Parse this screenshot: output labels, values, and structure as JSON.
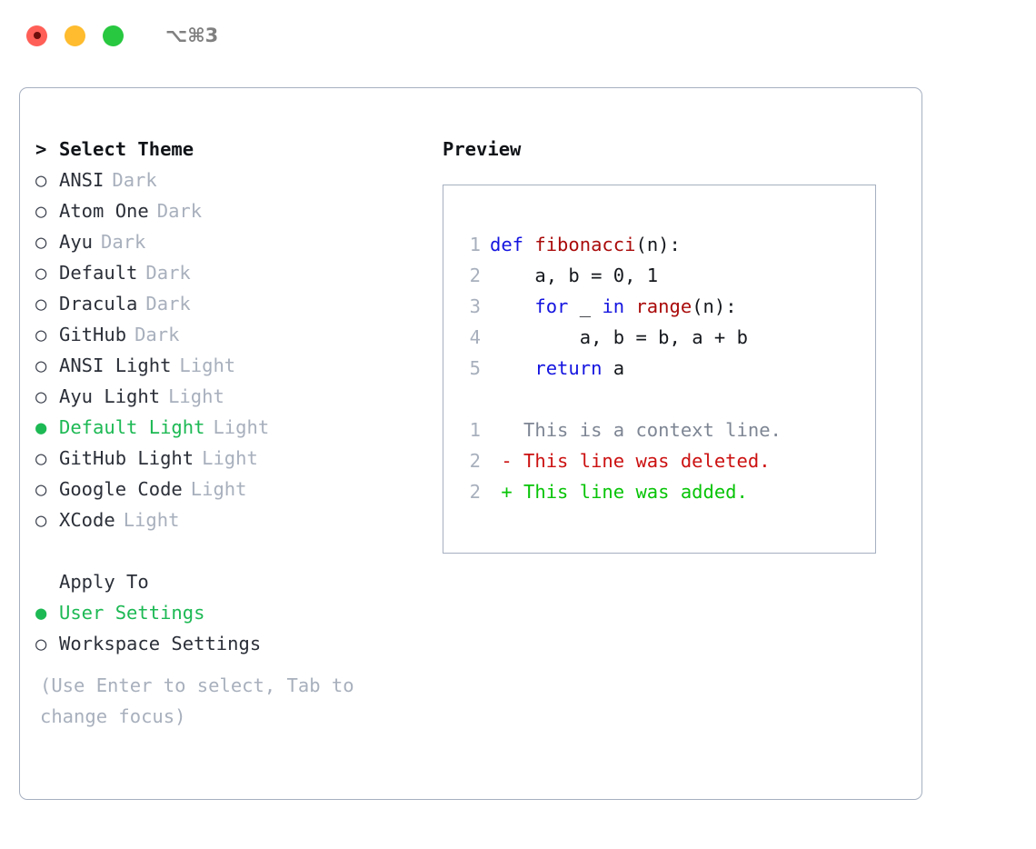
{
  "titlebar": {
    "shortcut": "⌥⌘3",
    "lights": [
      {
        "name": "close",
        "color": "#ff5f57"
      },
      {
        "name": "minimize",
        "color": "#febc2e"
      },
      {
        "name": "maximize",
        "color": "#28c840"
      }
    ]
  },
  "theme_picker": {
    "header": "Select Theme",
    "header_prefix": ">",
    "bullet_selected": "●",
    "bullet_unselected": "○",
    "items": [
      {
        "name": "ANSI",
        "tag": "Dark",
        "selected": false
      },
      {
        "name": "Atom One",
        "tag": "Dark",
        "selected": false
      },
      {
        "name": "Ayu",
        "tag": "Dark",
        "selected": false
      },
      {
        "name": "Default",
        "tag": "Dark",
        "selected": false
      },
      {
        "name": "Dracula",
        "tag": "Dark",
        "selected": false
      },
      {
        "name": "GitHub",
        "tag": "Dark",
        "selected": false
      },
      {
        "name": "ANSI Light",
        "tag": "Light",
        "selected": false
      },
      {
        "name": "Ayu Light",
        "tag": "Light",
        "selected": false
      },
      {
        "name": "Default Light",
        "tag": "Light",
        "selected": true
      },
      {
        "name": "GitHub Light",
        "tag": "Light",
        "selected": false
      },
      {
        "name": "Google Code",
        "tag": "Light",
        "selected": false
      },
      {
        "name": "XCode",
        "tag": "Light",
        "selected": false
      }
    ]
  },
  "apply_to": {
    "header": "Apply To",
    "options": [
      {
        "label": "User Settings",
        "selected": true
      },
      {
        "label": "Workspace Settings",
        "selected": false
      }
    ]
  },
  "hint": "(Use Enter to select, Tab to change focus)",
  "preview": {
    "title": "Preview",
    "code_lines": [
      {
        "no": "1",
        "text": "def fibonacci(n):"
      },
      {
        "no": "2",
        "text": "    a, b = 0, 1"
      },
      {
        "no": "3",
        "text": "    for _ in range(n):"
      },
      {
        "no": "4",
        "text": "        a, b = b, a + b"
      },
      {
        "no": "5",
        "text": "    return a"
      }
    ],
    "diff_lines": [
      {
        "no": "1",
        "marker": " ",
        "text": " This is a context line.",
        "kind": "context"
      },
      {
        "no": "2",
        "marker": "-",
        "text": " This line was deleted.",
        "kind": "deleted"
      },
      {
        "no": "2",
        "marker": "+",
        "text": " This line was added.",
        "kind": "added"
      }
    ]
  },
  "colors": {
    "accent_green": "#1db954",
    "keyword_blue": "#1414e0",
    "function_red": "#aa0b0b",
    "diff_deleted": "#cc1111",
    "diff_added": "#07c407",
    "muted": "#a8b0bd",
    "border": "#a6b0c0"
  }
}
